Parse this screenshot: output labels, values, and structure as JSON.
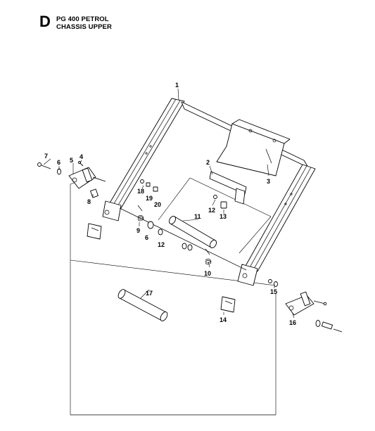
{
  "header": {
    "letter": "D",
    "title": "PG 400 PETROL",
    "subtitle": "CHASSIS UPPER"
  },
  "callouts": [
    {
      "id": "c1",
      "text": "1"
    },
    {
      "id": "c2",
      "text": "2"
    },
    {
      "id": "c3",
      "text": "3"
    },
    {
      "id": "c4",
      "text": "4"
    },
    {
      "id": "c5",
      "text": "5"
    },
    {
      "id": "c6a",
      "text": "6"
    },
    {
      "id": "c6b",
      "text": "6"
    },
    {
      "id": "c7",
      "text": "7"
    },
    {
      "id": "c8",
      "text": "8"
    },
    {
      "id": "c9",
      "text": "9"
    },
    {
      "id": "c10",
      "text": "10"
    },
    {
      "id": "c11",
      "text": "11"
    },
    {
      "id": "c12a",
      "text": "12"
    },
    {
      "id": "c12b",
      "text": "12"
    },
    {
      "id": "c13",
      "text": "13"
    },
    {
      "id": "c14",
      "text": "14"
    },
    {
      "id": "c15",
      "text": "15"
    },
    {
      "id": "c16",
      "text": "16"
    },
    {
      "id": "c17",
      "text": "17"
    },
    {
      "id": "c18",
      "text": "18"
    },
    {
      "id": "c19",
      "text": "19"
    },
    {
      "id": "c20",
      "text": "20"
    }
  ]
}
